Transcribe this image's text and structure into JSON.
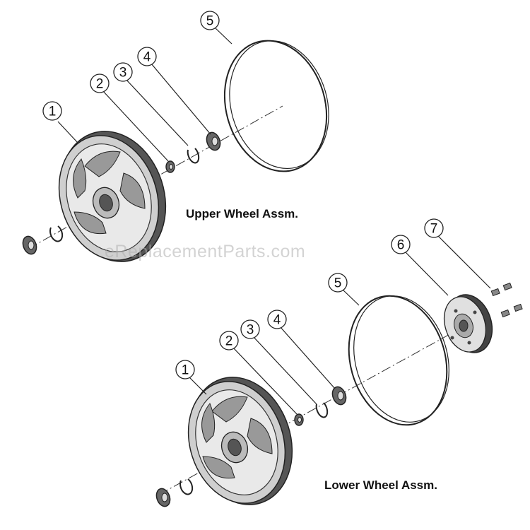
{
  "upper_assembly": {
    "title": "Upper Wheel Assm.",
    "callouts": [
      "1",
      "2",
      "3",
      "4",
      "5"
    ]
  },
  "lower_assembly": {
    "title": "Lower Wheel Assm.",
    "callouts": [
      "1",
      "2",
      "3",
      "4",
      "5",
      "6",
      "7"
    ]
  },
  "watermark": "eReplacementParts.com",
  "colors": {
    "line": "#222222",
    "part_fill_dark": "#6e6e6e",
    "part_fill_light": "#d9d9d9",
    "watermark": "#afafaf"
  }
}
